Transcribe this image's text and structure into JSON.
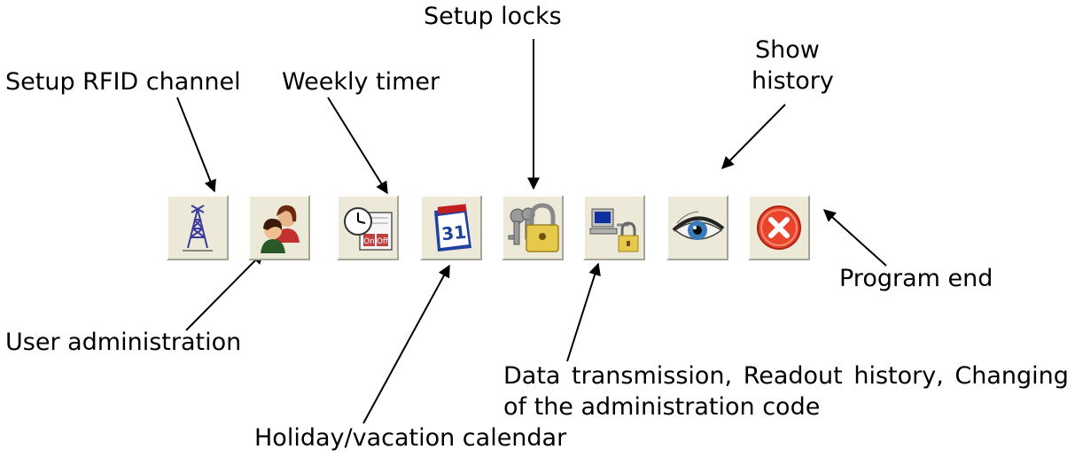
{
  "labels": {
    "setup_locks": "Setup locks",
    "show_history_line1": "Show",
    "show_history_line2": "history",
    "setup_rfid": "Setup RFID channel",
    "weekly_timer": "Weekly timer",
    "program_end": "Program end",
    "user_admin": "User administration",
    "data_tx_line1": "Data transmission, Readout history, Changing",
    "data_tx_line2": "of the administration code",
    "holiday_calendar": "Holiday/vacation calendar"
  },
  "toolbar": {
    "buttons": [
      {
        "icon": "antenna-tower-icon"
      },
      {
        "icon": "users-icon"
      },
      {
        "icon": "clock-timer-icon"
      },
      {
        "icon": "calendar-icon",
        "text": "31"
      },
      {
        "icon": "keys-padlock-icon"
      },
      {
        "icon": "computer-lock-icon"
      },
      {
        "icon": "eye-icon"
      },
      {
        "icon": "close-icon"
      }
    ],
    "calendar_day": "31",
    "timer_on": "On",
    "timer_off": "Off"
  },
  "colors": {
    "button_face": "#ece9d8",
    "close_red": "#e8452c",
    "lock_gold": "#e6c84a",
    "calendar_blue": "#2040a0"
  }
}
